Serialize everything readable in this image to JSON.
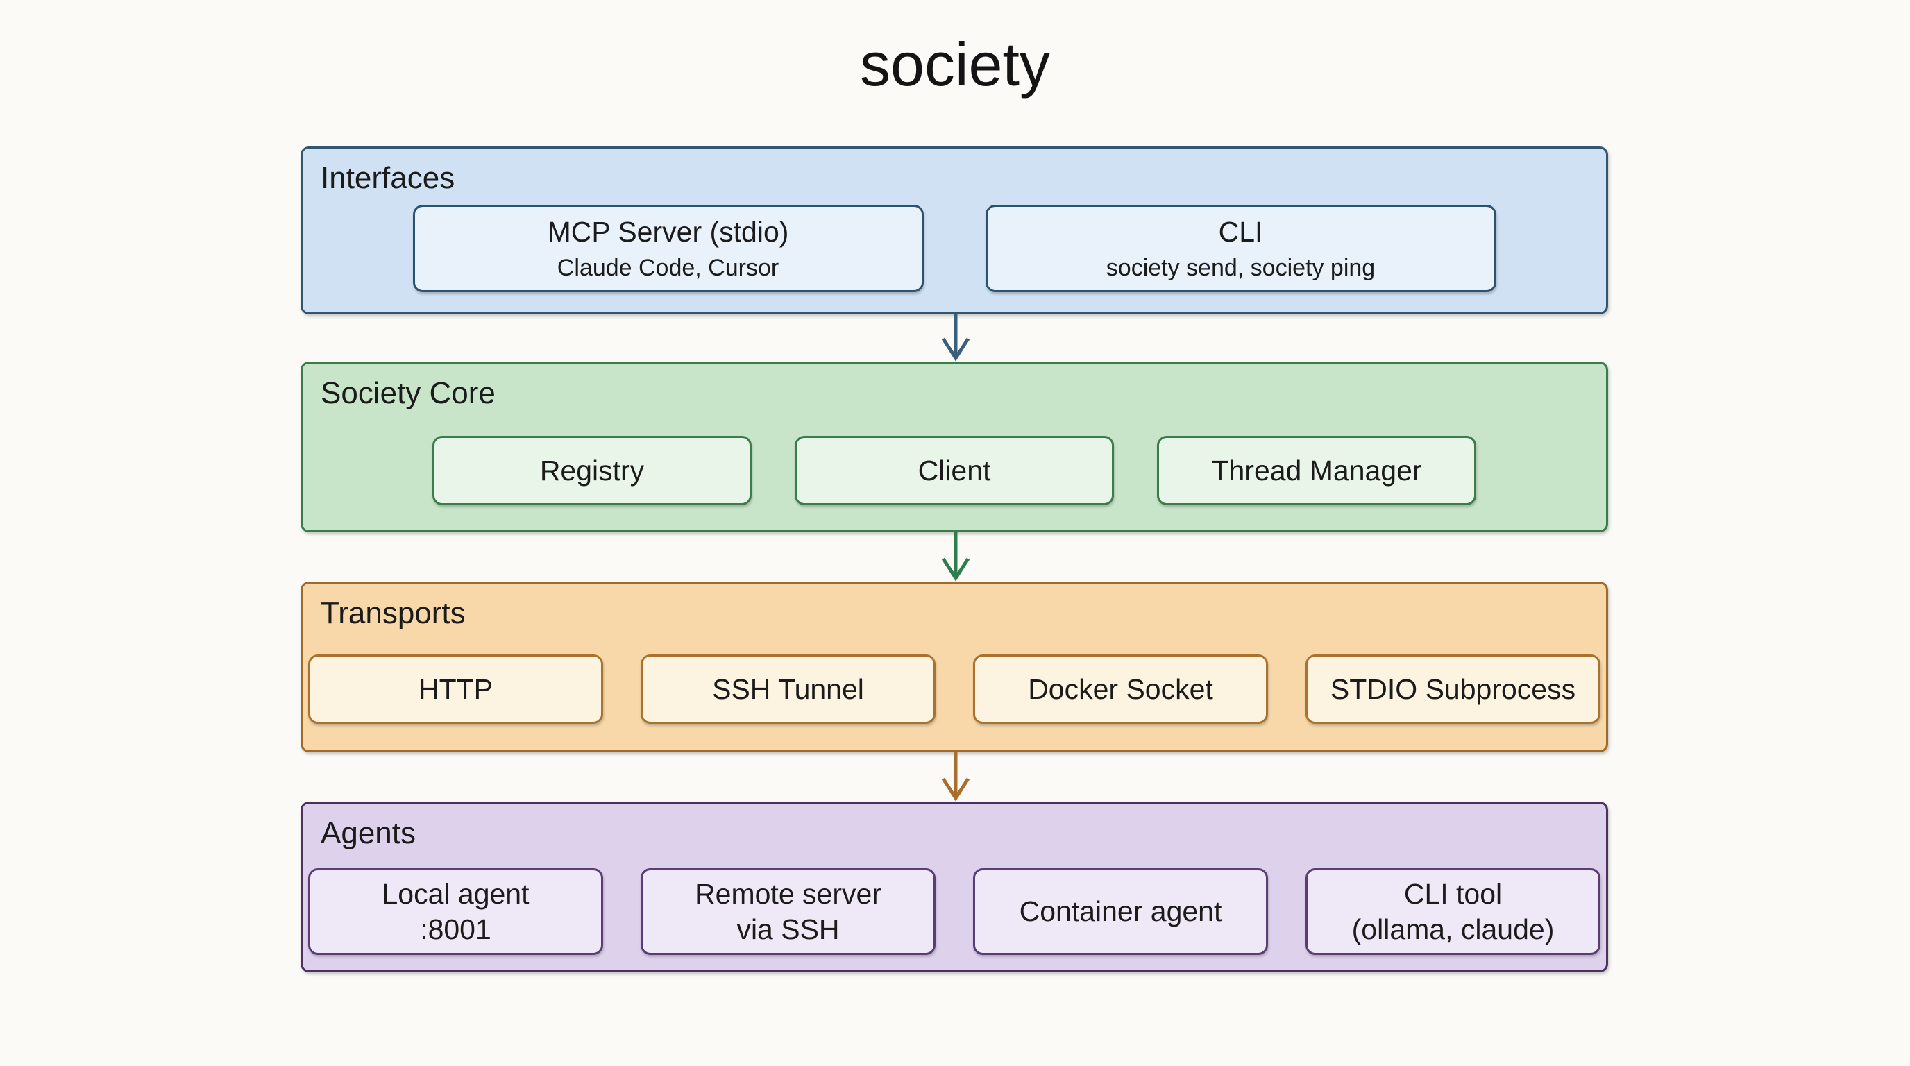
{
  "title": "society",
  "palette": {
    "background": "#fbfaf7",
    "text": "#1b1b1b",
    "interfaces": {
      "fill": "#cfe1f3",
      "border": "#31566f",
      "item-fill": "#e9f1fa",
      "item-border": "#2c5271",
      "arrow": "#3a5f7d"
    },
    "core": {
      "fill": "#c8e5c9",
      "border": "#3a7d4a",
      "item-fill": "#eaf5ea",
      "item-border": "#3c7c4a",
      "arrow": "#2e7d4c"
    },
    "transports": {
      "fill": "#f8d8a8",
      "border": "#a06a28",
      "item-fill": "#fdf3e1",
      "item-border": "#a9722f",
      "arrow": "#a96e2d"
    },
    "agents": {
      "fill": "#ddd1ec",
      "border": "#4c3160",
      "item-fill": "#efe9f7",
      "item-border": "#5a3d74"
    }
  },
  "sections": [
    {
      "label": "Interfaces",
      "items": [
        {
          "title": "MCP Server (stdio)",
          "subtitle": "Claude Code, Cursor"
        },
        {
          "title": "CLI",
          "subtitle": "society send, society ping"
        }
      ]
    },
    {
      "label": "Society Core",
      "items": [
        {
          "title": "Registry"
        },
        {
          "title": "Client"
        },
        {
          "title": "Thread Manager"
        }
      ]
    },
    {
      "label": "Transports",
      "items": [
        {
          "title": "HTTP"
        },
        {
          "title": "SSH Tunnel"
        },
        {
          "title": "Docker Socket"
        },
        {
          "title": "STDIO Subprocess"
        }
      ]
    },
    {
      "label": "Agents",
      "items": [
        {
          "title": "Local agent",
          "line2": ":8001"
        },
        {
          "title": "Remote server",
          "line2": "via SSH"
        },
        {
          "title": "Container agent"
        },
        {
          "title": "CLI tool",
          "line2": "(ollama, claude)"
        }
      ]
    }
  ]
}
